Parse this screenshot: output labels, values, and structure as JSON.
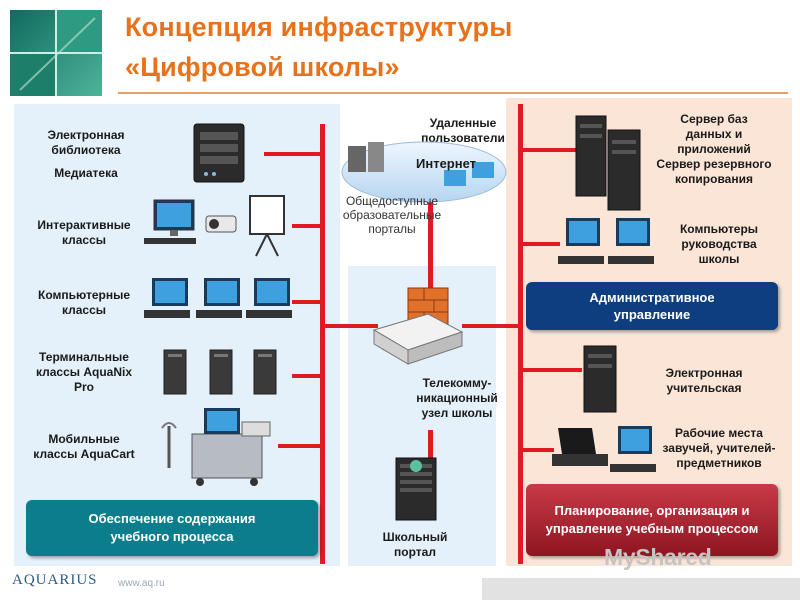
{
  "header": {
    "title_line1": "Концепция инфраструктуры",
    "title_line2": "«Цифровой школы»"
  },
  "left": {
    "library": "Электронная библиотека",
    "media": "Медиатека",
    "interactive": "Интерактивные классы",
    "computer": "Компьютерные классы",
    "terminal": "Терминальные классы AquaNix Pro",
    "mobile": "Мобильные классы AquaCart",
    "support_box": "Обеспечение содержания учебного процесса"
  },
  "center": {
    "remote_users": "Удаленные пользователи",
    "internet": "Интернет",
    "portals": "Общедоступные образовательные порталы",
    "telecom": "Телекомму-никационный узел школы",
    "school_portal": "Школьный портал"
  },
  "right": {
    "db_server": "Сервер баз данных и приложений Сервер резервного копирования",
    "mgmt_pcs": "Компьютеры руководства школы",
    "admin_box": "Административное управление",
    "staff_room": "Электронная учительская",
    "workstations": "Рабочие места завучей, учителей-предметников",
    "planning_box": "Планирование, организация и управление учебным процессом"
  },
  "footer": {
    "logo": "AQUARIUS",
    "site": "www.aq.ru",
    "watermark": "MyShared"
  }
}
